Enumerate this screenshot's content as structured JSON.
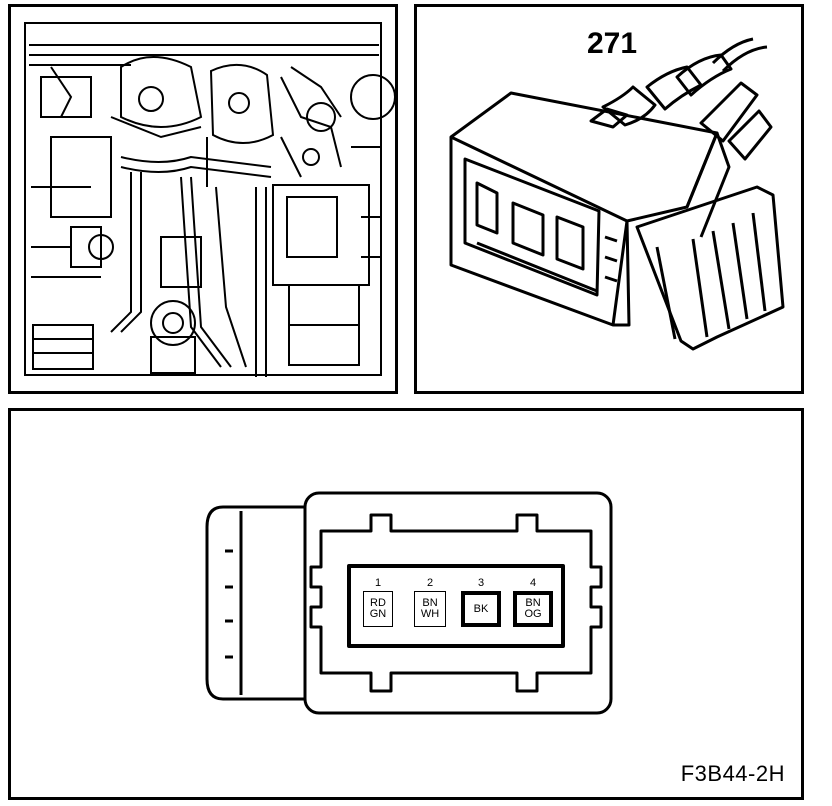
{
  "connector": {
    "id_label": "271"
  },
  "figure_code": "F3B44-2H",
  "pins": [
    {
      "number": "1",
      "line1": "RD",
      "line2": "GN",
      "style": "thin"
    },
    {
      "number": "2",
      "line1": "BN",
      "line2": "WH",
      "style": "thin"
    },
    {
      "number": "3",
      "line1": "BK",
      "line2": "",
      "style": "heavy"
    },
    {
      "number": "4",
      "line1": "BN",
      "line2": "OG",
      "style": "heavy"
    }
  ]
}
